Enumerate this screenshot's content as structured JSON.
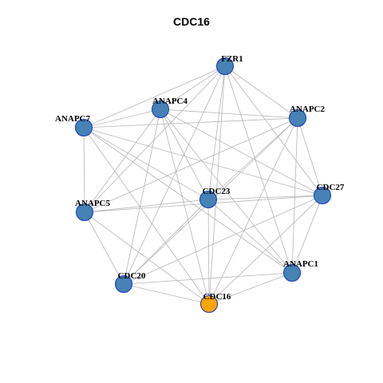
{
  "title": "CDC16",
  "colors": {
    "node": "#4682b4",
    "highlight": "#ffa500",
    "node_stroke": "#1f3fbf",
    "edge": "#b5b5b5"
  },
  "nodes": [
    {
      "id": "FZR1",
      "label": "FZR1"
    },
    {
      "id": "ANAPC4",
      "label": "ANAPC4"
    },
    {
      "id": "ANAPC7",
      "label": "ANAPC7"
    },
    {
      "id": "ANAPC2",
      "label": "ANAPC2"
    },
    {
      "id": "CDC23",
      "label": "CDC23"
    },
    {
      "id": "CDC27",
      "label": "CDC27"
    },
    {
      "id": "ANAPC5",
      "label": "ANAPC5"
    },
    {
      "id": "ANAPC1",
      "label": "ANAPC1"
    },
    {
      "id": "CDC20",
      "label": "CDC20"
    },
    {
      "id": "CDC16",
      "label": "CDC16",
      "highlight": true
    }
  ],
  "edges": [
    [
      "FZR1",
      "ANAPC4"
    ],
    [
      "FZR1",
      "ANAPC7"
    ],
    [
      "FZR1",
      "ANAPC2"
    ],
    [
      "FZR1",
      "CDC23"
    ],
    [
      "FZR1",
      "CDC27"
    ],
    [
      "FZR1",
      "ANAPC5"
    ],
    [
      "FZR1",
      "ANAPC1"
    ],
    [
      "FZR1",
      "CDC20"
    ],
    [
      "FZR1",
      "CDC16"
    ],
    [
      "ANAPC4",
      "ANAPC7"
    ],
    [
      "ANAPC4",
      "ANAPC2"
    ],
    [
      "ANAPC4",
      "CDC23"
    ],
    [
      "ANAPC4",
      "CDC27"
    ],
    [
      "ANAPC4",
      "ANAPC5"
    ],
    [
      "ANAPC4",
      "ANAPC1"
    ],
    [
      "ANAPC4",
      "CDC20"
    ],
    [
      "ANAPC4",
      "CDC16"
    ],
    [
      "ANAPC7",
      "ANAPC2"
    ],
    [
      "ANAPC7",
      "CDC23"
    ],
    [
      "ANAPC7",
      "CDC27"
    ],
    [
      "ANAPC7",
      "ANAPC5"
    ],
    [
      "ANAPC7",
      "ANAPC1"
    ],
    [
      "ANAPC7",
      "CDC16"
    ],
    [
      "ANAPC2",
      "CDC23"
    ],
    [
      "ANAPC2",
      "CDC27"
    ],
    [
      "ANAPC2",
      "ANAPC5"
    ],
    [
      "ANAPC2",
      "ANAPC1"
    ],
    [
      "ANAPC2",
      "CDC20"
    ],
    [
      "ANAPC2",
      "CDC16"
    ],
    [
      "CDC23",
      "CDC27"
    ],
    [
      "CDC23",
      "ANAPC5"
    ],
    [
      "CDC23",
      "ANAPC1"
    ],
    [
      "CDC23",
      "CDC20"
    ],
    [
      "CDC23",
      "CDC16"
    ],
    [
      "CDC27",
      "ANAPC5"
    ],
    [
      "CDC27",
      "ANAPC1"
    ],
    [
      "CDC27",
      "CDC20"
    ],
    [
      "CDC27",
      "CDC16"
    ],
    [
      "ANAPC5",
      "CDC20"
    ],
    [
      "ANAPC5",
      "CDC16"
    ],
    [
      "ANAPC1",
      "CDC20"
    ],
    [
      "ANAPC1",
      "CDC16"
    ],
    [
      "CDC20",
      "CDC16"
    ]
  ]
}
